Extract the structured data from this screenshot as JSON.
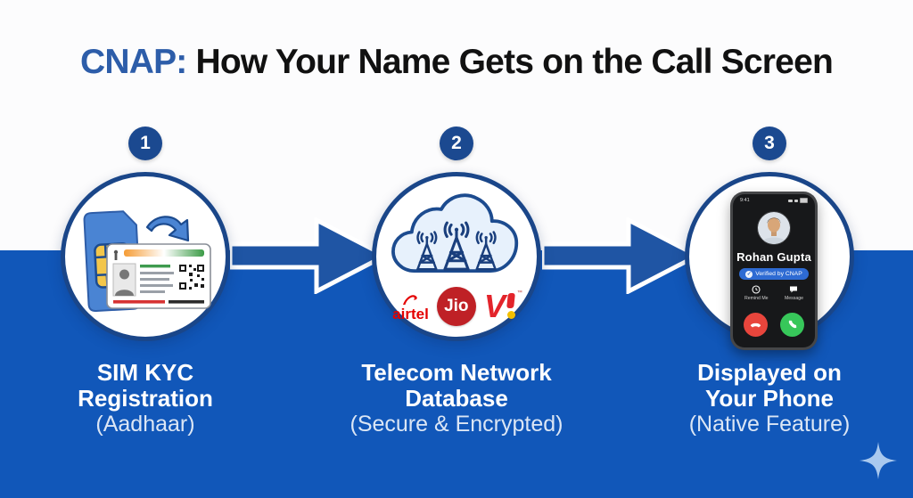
{
  "title": {
    "highlight": "CNAP:",
    "rest": "How Your Name Gets on the Call Screen"
  },
  "steps": [
    {
      "number": "1",
      "icon": "sim-card-to-aadhaar-icon",
      "lines": [
        "SIM KYC",
        "Registration"
      ],
      "sub": "(Aadhaar)"
    },
    {
      "number": "2",
      "icon": "telecom-cloud-towers-icon",
      "lines": [
        "Telecom Network",
        "Database"
      ],
      "sub": "(Secure & Encrypted)"
    },
    {
      "number": "3",
      "icon": "smartphone-incoming-call-icon",
      "lines": [
        "Displayed on",
        "Your Phone"
      ],
      "sub": "(Native Feature)"
    }
  ],
  "operators": {
    "airtel": "airtel",
    "jio": "Jio",
    "vi_letter": "V",
    "vi_tm": "™"
  },
  "phone": {
    "time": "9:41",
    "caller": "Rohan Gupta",
    "badge": "Verified by CNAP",
    "action_left": "Remind Me",
    "action_right": "Message"
  },
  "colors": {
    "background_blue": "#1157b9",
    "navy": "#1a4689",
    "arrow_blue": "#1f55a4",
    "title_blue": "#2d5da9",
    "airtel_red": "#e40000",
    "jio_red": "#bf2126",
    "vi_yellow": "#f2bf00",
    "decline_red": "#e8453c",
    "accept_green": "#37c75a"
  }
}
